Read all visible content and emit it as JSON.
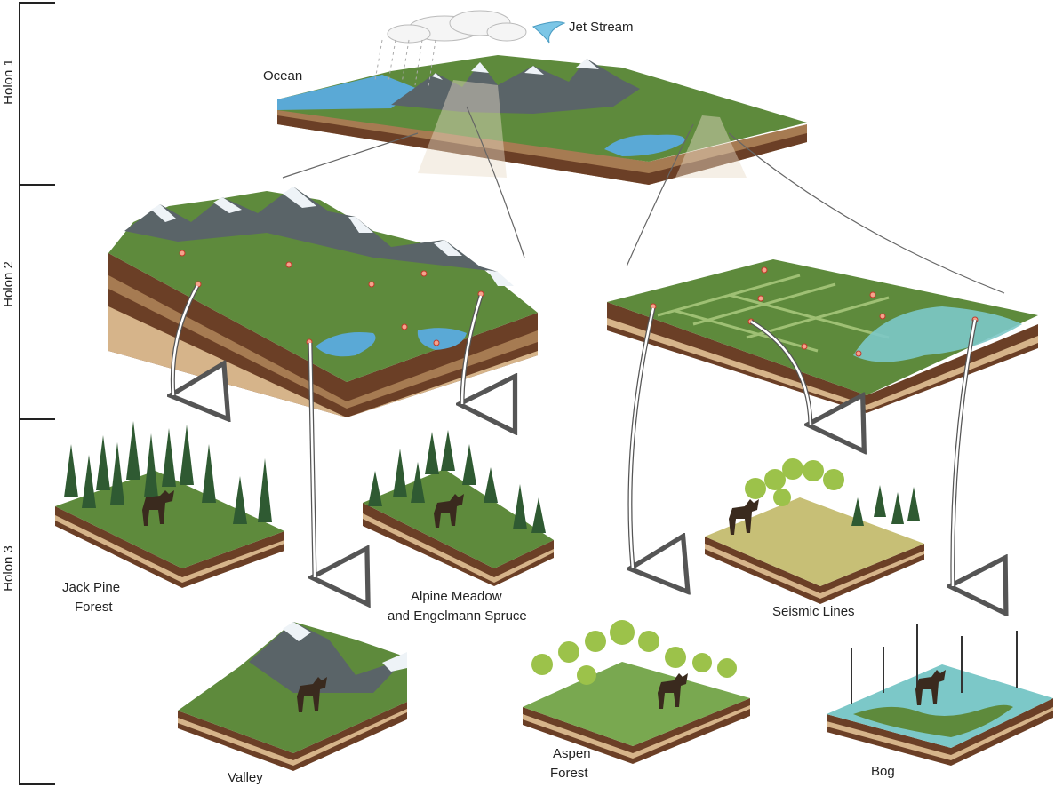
{
  "holons": [
    "Holon 1",
    "Holon 2",
    "Holon 3"
  ],
  "labels": {
    "ocean": "Ocean",
    "jet_stream": "Jet Stream",
    "jack_pine": [
      "Jack Pine",
      "Forest"
    ],
    "alpine": [
      "Alpine Meadow",
      "and Engelmann Spruce"
    ],
    "seismic": "Seismic Lines",
    "valley": "Valley",
    "aspen": [
      "Aspen",
      "Forest"
    ],
    "bog": "Bog"
  },
  "colors": {
    "grass": "#5e8a3c",
    "grass_light": "#79a850",
    "soil_dark": "#6b3f26",
    "soil_mid": "#a67b52",
    "soil_light": "#d6b48a",
    "water": "#5aa9d6",
    "snow": "#eef3f7",
    "rock": "#5a6468",
    "conifer": "#2f5a32",
    "aspen": "#9cc24a",
    "moose": "#3a2a1e"
  }
}
